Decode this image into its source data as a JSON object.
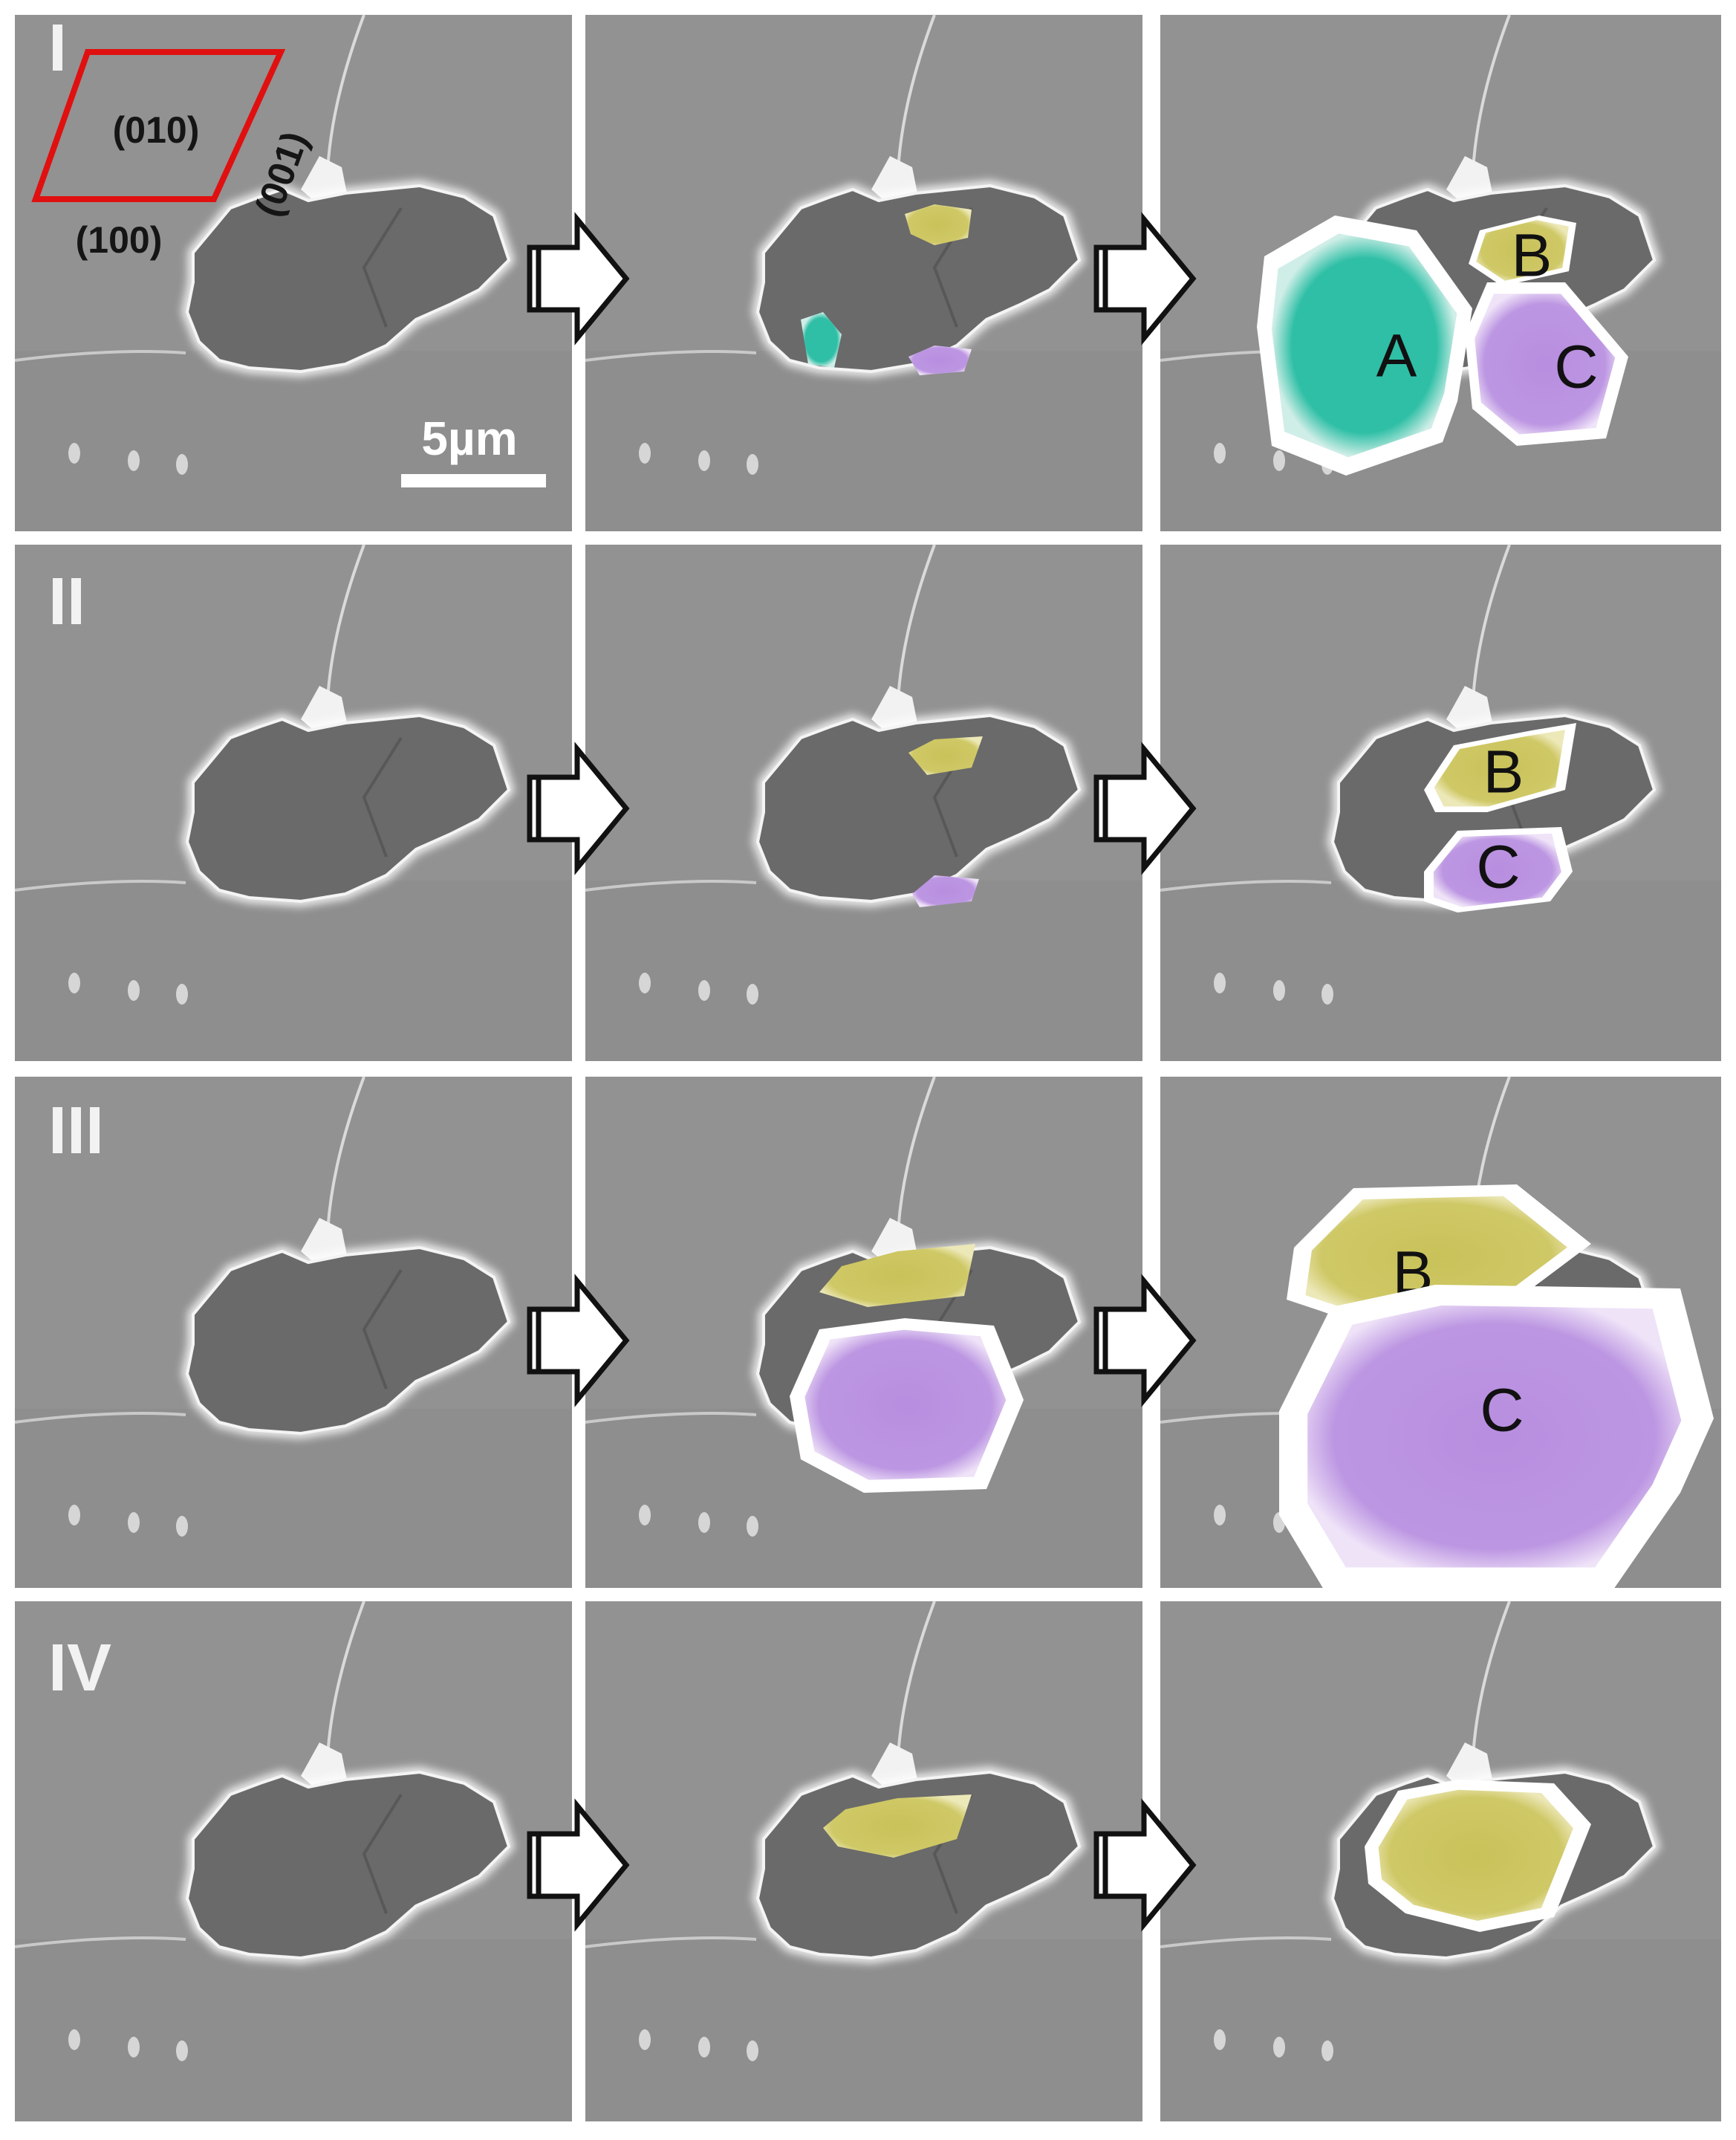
{
  "figure": {
    "rows": [
      {
        "label": "I",
        "stages": [
          {
            "crystals": []
          },
          {
            "crystals": []
          },
          {
            "crystals": [
              {
                "id": "A",
                "label": "A"
              },
              {
                "id": "B",
                "label": "B"
              },
              {
                "id": "C",
                "label": "C"
              }
            ]
          }
        ]
      },
      {
        "label": "II",
        "stages": [
          {
            "crystals": []
          },
          {
            "crystals": []
          },
          {
            "crystals": [
              {
                "id": "B",
                "label": "B"
              },
              {
                "id": "C",
                "label": "C"
              }
            ]
          }
        ]
      },
      {
        "label": "III",
        "stages": [
          {
            "crystals": []
          },
          {
            "crystals": []
          },
          {
            "crystals": [
              {
                "id": "B",
                "label": "B"
              },
              {
                "id": "C",
                "label": "C"
              }
            ]
          }
        ]
      },
      {
        "label": "IV",
        "stages": [
          {
            "crystals": []
          },
          {
            "crystals": []
          },
          {
            "crystals": []
          }
        ]
      }
    ],
    "face_labels": {
      "top": "(010)",
      "side": "(001)",
      "bottom": "(100)"
    },
    "scale_bar": {
      "label": "5µm"
    },
    "colors": {
      "crystal_A": "#2fbfa6",
      "crystal_B": "#c9c25a",
      "crystal_C": "#b88ee0",
      "face_outline": "#e01010",
      "background_sem": "#8e8e8e",
      "etch_pit": "#5e5e5e"
    }
  }
}
